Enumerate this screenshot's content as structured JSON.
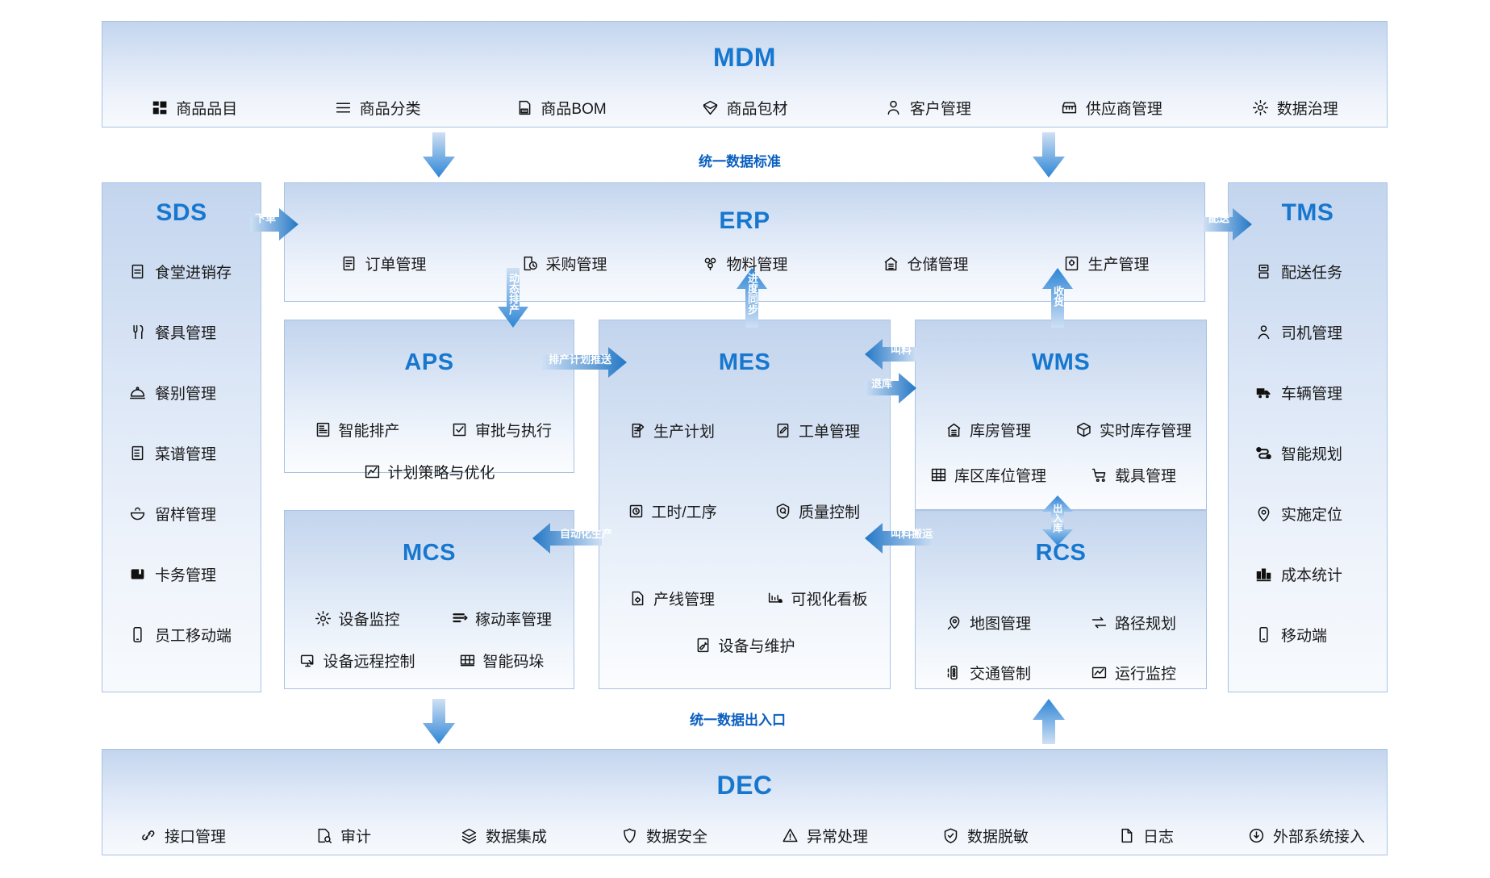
{
  "mdm": {
    "title": "MDM",
    "items": [
      {
        "label": "商品品目",
        "icon": "grid-blocks-icon"
      },
      {
        "label": "商品分类",
        "icon": "list-lines-icon"
      },
      {
        "label": "商品BOM",
        "icon": "bom-box-icon"
      },
      {
        "label": "商品包材",
        "icon": "package-icon"
      },
      {
        "label": "客户管理",
        "icon": "user-icon"
      },
      {
        "label": "供应商管理",
        "icon": "shop-icon"
      },
      {
        "label": "数据治理",
        "icon": "gear-icon"
      }
    ]
  },
  "sds": {
    "title": "SDS",
    "items": [
      {
        "label": "食堂进销存",
        "icon": "document-minus-icon"
      },
      {
        "label": "餐具管理",
        "icon": "cutlery-icon"
      },
      {
        "label": "餐别管理",
        "icon": "dish-cover-icon"
      },
      {
        "label": "菜谱管理",
        "icon": "menu-book-icon"
      },
      {
        "label": "留样管理",
        "icon": "bowl-icon"
      },
      {
        "label": "卡务管理",
        "icon": "card-icon"
      },
      {
        "label": "员工移动端",
        "icon": "mobile-icon"
      }
    ]
  },
  "tms": {
    "title": "TMS",
    "items": [
      {
        "label": "配送任务",
        "icon": "task-stack-icon"
      },
      {
        "label": "司机管理",
        "icon": "person-icon"
      },
      {
        "label": "车辆管理",
        "icon": "truck-icon"
      },
      {
        "label": "智能规划",
        "icon": "route-icon"
      },
      {
        "label": "实施定位",
        "icon": "location-pin-icon"
      },
      {
        "label": "成本统计",
        "icon": "bar-chart-icon"
      },
      {
        "label": "移动端",
        "icon": "mobile-icon"
      }
    ]
  },
  "erp": {
    "title": "ERP",
    "items": [
      {
        "label": "订单管理",
        "icon": "order-doc-icon"
      },
      {
        "label": "采购管理",
        "icon": "purchase-clock-icon"
      },
      {
        "label": "物料管理",
        "icon": "material-icon"
      },
      {
        "label": "仓储管理",
        "icon": "warehouse-icon"
      },
      {
        "label": "生产管理",
        "icon": "production-icon"
      }
    ]
  },
  "aps": {
    "title": "APS",
    "items": [
      {
        "label": "智能排产",
        "icon": "schedule-board-icon"
      },
      {
        "label": "审批与执行",
        "icon": "check-square-icon"
      },
      {
        "label": "计划策略与优化",
        "icon": "chart-optimize-icon"
      }
    ]
  },
  "mes": {
    "title": "MES",
    "items": [
      {
        "label": "生产计划",
        "icon": "plan-doc-icon"
      },
      {
        "label": "工单管理",
        "icon": "work-order-icon"
      },
      {
        "label": "工时/工序",
        "icon": "clock-box-icon"
      },
      {
        "label": "质量控制",
        "icon": "quality-shield-icon"
      },
      {
        "label": "产线管理",
        "icon": "production-line-icon"
      },
      {
        "label": "可视化看板",
        "icon": "dashboard-icon"
      },
      {
        "label": "设备与维护",
        "icon": "wrench-doc-icon"
      }
    ]
  },
  "wms": {
    "title": "WMS",
    "items": [
      {
        "label": "库房管理",
        "icon": "warehouse-icon"
      },
      {
        "label": "实时库存管理",
        "icon": "cube-icon"
      },
      {
        "label": "库区库位管理",
        "icon": "grid-table-icon"
      },
      {
        "label": "载具管理",
        "icon": "cart-icon"
      }
    ]
  },
  "mcs": {
    "title": "MCS",
    "items": [
      {
        "label": "设备监控",
        "icon": "gear-icon"
      },
      {
        "label": "稼动率管理",
        "icon": "utilization-icon"
      },
      {
        "label": "设备远程控制",
        "icon": "remote-monitor-icon"
      },
      {
        "label": "智能码垛",
        "icon": "palletize-icon"
      }
    ]
  },
  "rcs": {
    "title": "RCS",
    "items": [
      {
        "label": "地图管理",
        "icon": "map-pin-icon"
      },
      {
        "label": "路径规划",
        "icon": "path-swap-icon"
      },
      {
        "label": "交通管制",
        "icon": "traffic-light-icon"
      },
      {
        "label": "运行监控",
        "icon": "trend-monitor-icon"
      }
    ]
  },
  "dec": {
    "title": "DEC",
    "items": [
      {
        "label": "接口管理",
        "icon": "api-link-icon"
      },
      {
        "label": "审计",
        "icon": "audit-icon"
      },
      {
        "label": "数据集成",
        "icon": "layers-icon"
      },
      {
        "label": "数据安全",
        "icon": "security-shield-icon"
      },
      {
        "label": "异常处理",
        "icon": "warning-icon"
      },
      {
        "label": "数据脱敏",
        "icon": "shield-check-icon"
      },
      {
        "label": "日志",
        "icon": "file-icon"
      },
      {
        "label": "外部系统接入",
        "icon": "download-circle-icon"
      }
    ]
  },
  "flow": {
    "top_center_label": "统一数据标准",
    "bottom_center_label": "统一数据出入口",
    "tags": {
      "order": "下单",
      "delivery": "配送",
      "dynamic_schedule": "动态排产",
      "plan_push": "排产计划推送",
      "progress_sync": "进度同步",
      "receive_goods": "收货",
      "call_material": "叫料",
      "return_warehouse": "退库",
      "auto_production": "自动化生产",
      "call_material_move": "叫料搬运",
      "in_out_warehouse": "出入库"
    }
  },
  "colors": {
    "accent": "#1777cf",
    "arrow": "#2e86d6",
    "border": "#a9c2e4",
    "label": "#0b5fc0"
  }
}
